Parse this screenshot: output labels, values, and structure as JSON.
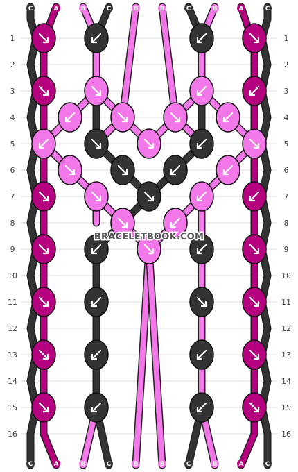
{
  "colors": {
    "C": "#333333",
    "A": "#B5007F",
    "B": "#F277E8"
  },
  "strings_top": [
    "C",
    "A",
    "B",
    "C",
    "B",
    "B",
    "C",
    "B",
    "A",
    "C"
  ],
  "strings_bottom": [
    "C",
    "A",
    "B",
    "C",
    "B",
    "B",
    "C",
    "B",
    "A",
    "C"
  ],
  "row_labels": [
    "1",
    "2",
    "3",
    "4",
    "5",
    "6",
    "7",
    "8",
    "9",
    "10",
    "11",
    "12",
    "13",
    "14",
    "15",
    "16"
  ],
  "watermark": "BRACELETBOOK.COM",
  "knots": [
    {
      "row": 1,
      "col": 0,
      "color": "A",
      "dir": "se"
    },
    {
      "row": 1,
      "col": 2,
      "color": "C",
      "dir": "sw"
    },
    {
      "row": 1,
      "col": 6,
      "color": "C",
      "dir": "sw"
    },
    {
      "row": 1,
      "col": 8,
      "color": "A",
      "dir": "se"
    },
    {
      "row": 3,
      "col": 0,
      "color": "A",
      "dir": "se"
    },
    {
      "row": 3,
      "col": 2,
      "color": "B",
      "dir": "se"
    },
    {
      "row": 3,
      "col": 6,
      "color": "B",
      "dir": "sw"
    },
    {
      "row": 3,
      "col": 8,
      "color": "A",
      "dir": "sw"
    },
    {
      "row": 4,
      "col": 1,
      "color": "B",
      "dir": "sw"
    },
    {
      "row": 4,
      "col": 3,
      "color": "B",
      "dir": "se"
    },
    {
      "row": 4,
      "col": 5,
      "color": "B",
      "dir": "se"
    },
    {
      "row": 4,
      "col": 7,
      "color": "B",
      "dir": "sw"
    },
    {
      "row": 5,
      "col": 0,
      "color": "B",
      "dir": "sw"
    },
    {
      "row": 5,
      "col": 2,
      "color": "C",
      "dir": "se"
    },
    {
      "row": 5,
      "col": 4,
      "color": "B",
      "dir": "se"
    },
    {
      "row": 5,
      "col": 6,
      "color": "C",
      "dir": "sw"
    },
    {
      "row": 5,
      "col": 8,
      "color": "B",
      "dir": "se"
    },
    {
      "row": 6,
      "col": 1,
      "color": "B",
      "dir": "se"
    },
    {
      "row": 6,
      "col": 3,
      "color": "C",
      "dir": "se"
    },
    {
      "row": 6,
      "col": 5,
      "color": "C",
      "dir": "sw"
    },
    {
      "row": 6,
      "col": 7,
      "color": "B",
      "dir": "sw"
    },
    {
      "row": 7,
      "col": 0,
      "color": "A",
      "dir": "se"
    },
    {
      "row": 7,
      "col": 2,
      "color": "B",
      "dir": "se"
    },
    {
      "row": 7,
      "col": 4,
      "color": "C",
      "dir": "se"
    },
    {
      "row": 7,
      "col": 6,
      "color": "B",
      "dir": "sw"
    },
    {
      "row": 7,
      "col": 8,
      "color": "A",
      "dir": "sw"
    },
    {
      "row": 8,
      "col": 3,
      "color": "B",
      "dir": "se"
    },
    {
      "row": 8,
      "col": 5,
      "color": "B",
      "dir": "sw"
    },
    {
      "row": 9,
      "col": 0,
      "color": "A",
      "dir": "se"
    },
    {
      "row": 9,
      "col": 2,
      "color": "C",
      "dir": "sw"
    },
    {
      "row": 9,
      "col": 4,
      "color": "B",
      "dir": "se"
    },
    {
      "row": 9,
      "col": 6,
      "color": "C",
      "dir": "sw"
    },
    {
      "row": 9,
      "col": 8,
      "color": "A",
      "dir": "se"
    },
    {
      "row": 11,
      "col": 0,
      "color": "A",
      "dir": "se"
    },
    {
      "row": 11,
      "col": 2,
      "color": "C",
      "dir": "sw"
    },
    {
      "row": 11,
      "col": 6,
      "color": "C",
      "dir": "se"
    },
    {
      "row": 11,
      "col": 8,
      "color": "A",
      "dir": "se"
    },
    {
      "row": 13,
      "col": 0,
      "color": "A",
      "dir": "se"
    },
    {
      "row": 13,
      "col": 2,
      "color": "C",
      "dir": "sw"
    },
    {
      "row": 13,
      "col": 6,
      "color": "C",
      "dir": "sw"
    },
    {
      "row": 13,
      "col": 8,
      "color": "A",
      "dir": "se"
    },
    {
      "row": 15,
      "col": 0,
      "color": "A",
      "dir": "se"
    },
    {
      "row": 15,
      "col": 2,
      "color": "C",
      "dir": "sw"
    },
    {
      "row": 15,
      "col": 6,
      "color": "C",
      "dir": "sw"
    },
    {
      "row": 15,
      "col": 8,
      "color": "A",
      "dir": "se"
    }
  ]
}
